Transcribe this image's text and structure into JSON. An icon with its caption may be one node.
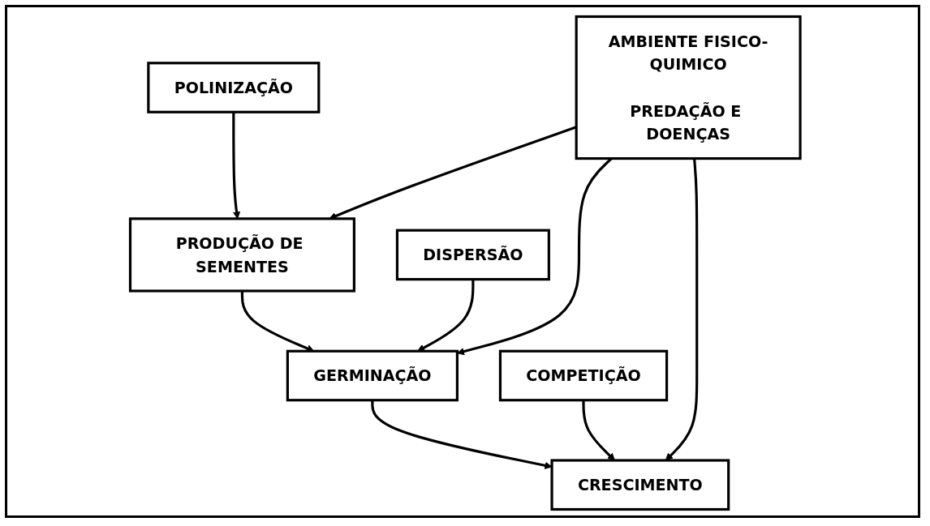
{
  "diagram": {
    "nodes": [
      {
        "text": [
          "PRODUÇÃO DE SEMENTES"
        ]
      },
      {
        "text": [
          "POLINIZAÇÃO"
        ]
      },
      {
        "text": [
          "DISPERSÃO"
        ]
      },
      {
        "text": [
          "GERMINAÇÃO"
        ]
      },
      {
        "text": [
          "AMBIENTE FISICO-QUIMICO",
          "PREDAÇÃO E DOENÇAS"
        ]
      },
      {
        "text": [
          "COMPETIÇÃO"
        ]
      },
      {
        "text": [
          "CRESCIMENTO"
        ]
      }
    ],
    "edges": [
      {
        "from": 1,
        "to": 0,
        "arrow": "to"
      },
      {
        "from": 0,
        "to": 3,
        "arrow": "to"
      },
      {
        "from": 2,
        "to": 3,
        "arrow": "to"
      },
      {
        "from": 3,
        "to": 6,
        "arrow": "to"
      },
      {
        "from": 5,
        "to": 6,
        "arrow": "to"
      },
      {
        "from": 4,
        "to": 0,
        "arrow": "to"
      },
      {
        "from": 4,
        "to": 3,
        "arrow": "to"
      },
      {
        "from": 4,
        "to": 6,
        "arrow": "to"
      }
    ]
  }
}
